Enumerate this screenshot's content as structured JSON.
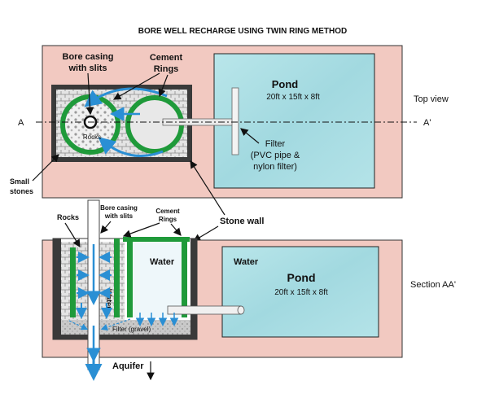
{
  "title": "BORE WELL RECHARGE USING TWIN RING METHOD",
  "top_view": {
    "pond_label": "Pond",
    "pond_size": "20ft x 15ft x 8ft",
    "view_label": "Top view",
    "section_a": "A",
    "section_a_prime": "A'",
    "bore_casing_line1": "Bore casing",
    "bore_casing_line2": "with slits",
    "cement_rings_line1": "Cement",
    "cement_rings_line2": "Rings",
    "rocks": "Rocks",
    "filter_line1": "Filter",
    "filter_line2": "(PVC pipe &",
    "filter_line3": "nylon filter)",
    "small_stones_line1": "Small",
    "small_stones_line2": "stones",
    "stone_wall": "Stone wall"
  },
  "section_view": {
    "rocks": "Rocks",
    "bore_casing_line1": "Bore casing",
    "bore_casing_line2": "with slits",
    "cement_rings_line1": "Cement",
    "cement_rings_line2": "Rings",
    "water_in_ring": "Water",
    "water_vertical": "Water",
    "water_outside": "Water",
    "pond_label": "Pond",
    "pond_size": "20ft x 15ft x 8ft",
    "view_label": "Section AA'",
    "filter_gravel": "Filter (gravel)",
    "aquifer": "Aquifer"
  },
  "colors": {
    "land": "#f2c9c1",
    "pond": "#aee0e6",
    "ring": "#1f9a3a",
    "water_arrow": "#2a8fd4",
    "stone": "#d9d9d9"
  }
}
